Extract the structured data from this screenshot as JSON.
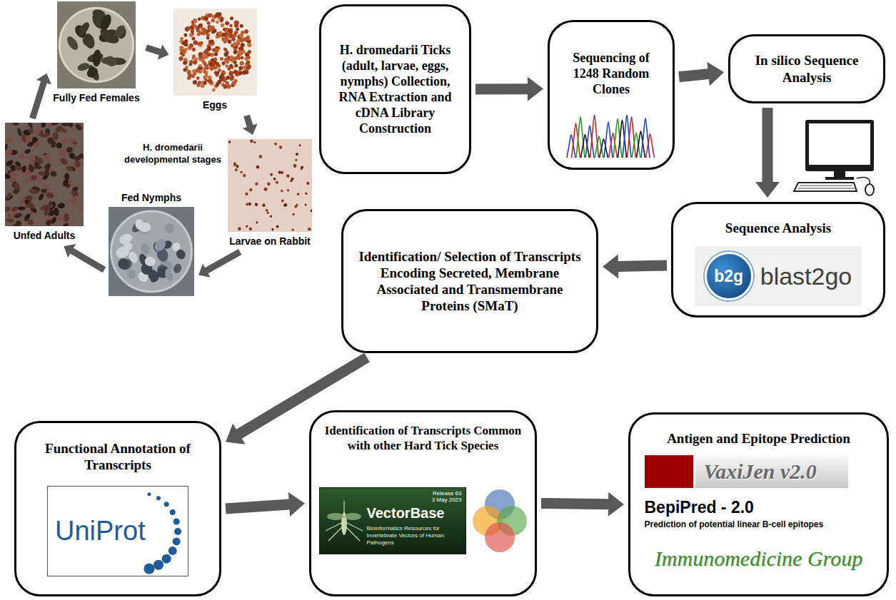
{
  "diagram": {
    "nodes": [
      {
        "text": [
          "Fully Fed Females"
        ]
      },
      {
        "text": [
          "Eggs"
        ]
      },
      {
        "text": [
          "Larvae on Rabbit"
        ]
      },
      {
        "text": [
          "Fed Nymphs"
        ]
      },
      {
        "text": [
          "Unfed Adults"
        ]
      },
      {
        "text": [
          "H. dromedarii Ticks (adult, larvae, eggs, nymphs) Collection, RNA Extraction and cDNA Library Construction"
        ]
      },
      {
        "text": [
          "Sequencing of 1248 Random Clones"
        ]
      },
      {
        "text": [
          "In silico Sequence Analysis"
        ]
      },
      {
        "text": [
          "Sequence Analysis",
          "b2g",
          "blast2go"
        ]
      },
      {
        "text": [
          "Identification/ Selection of Transcripts Encoding Secreted, Membrane Associated and Transmembrane Proteins (SMaT)"
        ]
      },
      {
        "text": [
          "Functional Annotation of Transcripts",
          "UniProt"
        ]
      },
      {
        "text": [
          "Identification of Transcripts Common with other Hard Tick Species",
          "VectorBase",
          "Release 63",
          "3 May 2023",
          "Bioinformatics Resources for Invertebrate Vectors of Human Pathogens"
        ]
      },
      {
        "text": [
          "Antigen and Epitope Prediction",
          "VaxiJen v2.0",
          "BepiPred - 2.0",
          "Prediction of potential linear B-cell epitopes",
          "Immunomedicine Group"
        ]
      }
    ],
    "edges": [
      {
        "from": 0,
        "to": 1,
        "arrow": "to"
      },
      {
        "from": 1,
        "to": 2,
        "arrow": "to"
      },
      {
        "from": 2,
        "to": 3,
        "arrow": "to"
      },
      {
        "from": 3,
        "to": 4,
        "arrow": "to"
      },
      {
        "from": 4,
        "to": 0,
        "arrow": "to"
      },
      {
        "from": 5,
        "to": 6,
        "arrow": "to"
      },
      {
        "from": 6,
        "to": 7,
        "arrow": "to"
      },
      {
        "from": 7,
        "to": 8,
        "arrow": "to"
      },
      {
        "from": 8,
        "to": 9,
        "arrow": "to"
      },
      {
        "from": 9,
        "to": 10,
        "arrow": "to"
      },
      {
        "from": 10,
        "to": 11,
        "arrow": "to"
      },
      {
        "from": 11,
        "to": 12,
        "arrow": "to"
      }
    ],
    "labels": [
      "H. dromedarii developmental stages"
    ]
  }
}
